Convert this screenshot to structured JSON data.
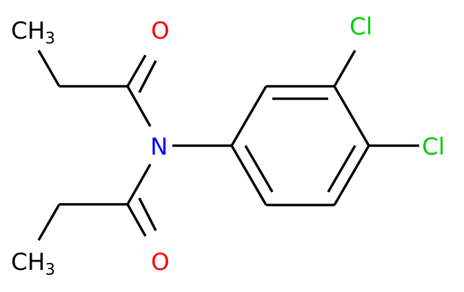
{
  "molecule": {
    "colors": {
      "bond": "#000000",
      "carbon": "#000000",
      "nitrogen": "#0000ff",
      "oxygen": "#ff0000",
      "chlorine": "#00cc00"
    },
    "atoms": {
      "methyl_top": {
        "main": "CH",
        "sub": "3"
      },
      "oxygen_top": "O",
      "nitrogen": "N",
      "methyl_bottom": {
        "main": "CH",
        "sub": "3"
      },
      "oxygen_bottom": "O",
      "chlorine_3": "Cl",
      "chlorine_4": "Cl"
    }
  }
}
